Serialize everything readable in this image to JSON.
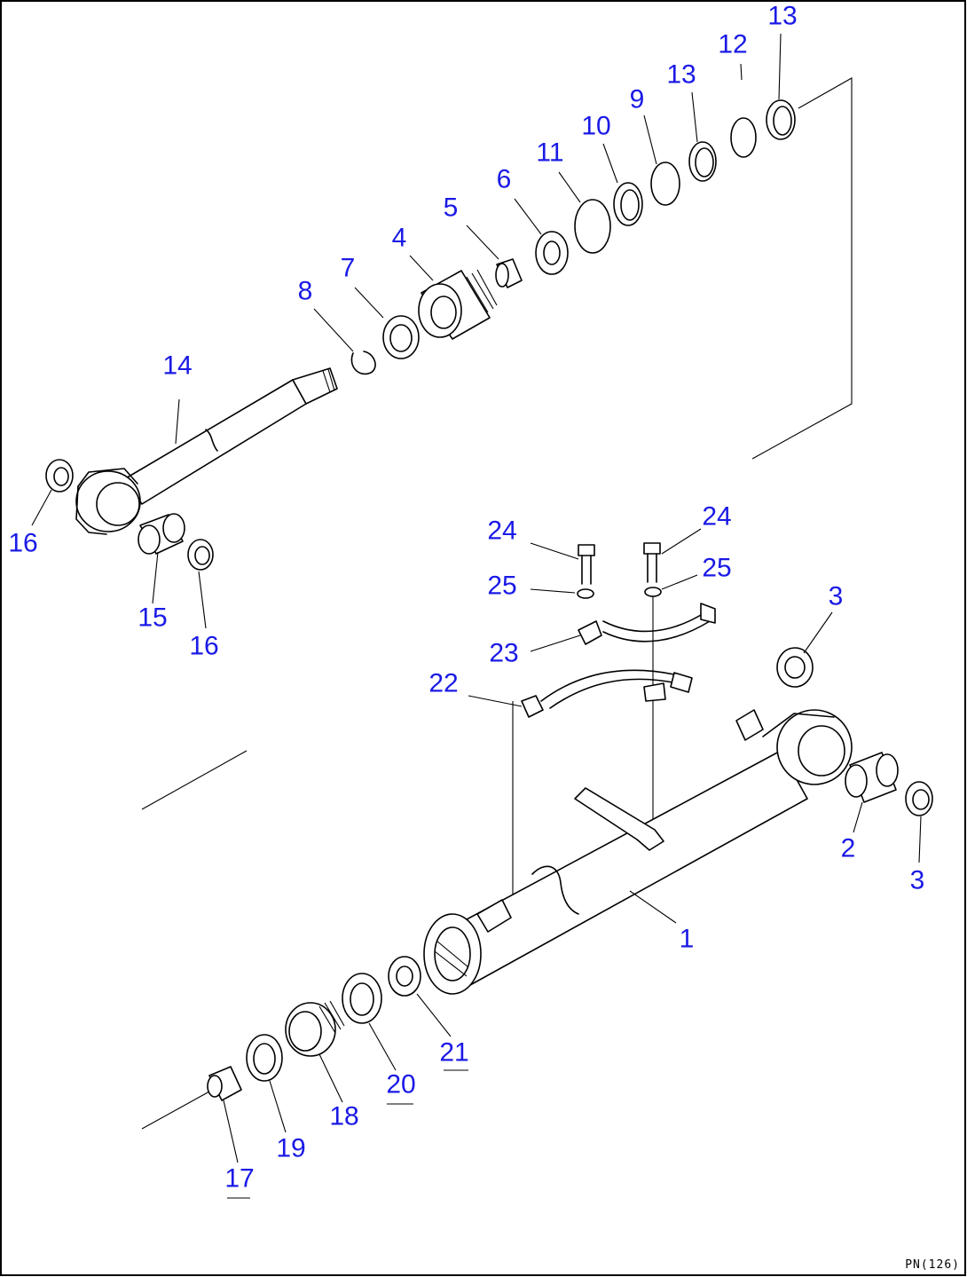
{
  "drawing_code": "PN(126)",
  "callouts": [
    {
      "id": "c13a",
      "label": "13"
    },
    {
      "id": "c12",
      "label": "12"
    },
    {
      "id": "c13b",
      "label": "13"
    },
    {
      "id": "c9",
      "label": "9"
    },
    {
      "id": "c10",
      "label": "10"
    },
    {
      "id": "c11",
      "label": "11"
    },
    {
      "id": "c6",
      "label": "6"
    },
    {
      "id": "c5",
      "label": "5"
    },
    {
      "id": "c4",
      "label": "4"
    },
    {
      "id": "c7",
      "label": "7"
    },
    {
      "id": "c8",
      "label": "8"
    },
    {
      "id": "c14",
      "label": "14"
    },
    {
      "id": "c16a",
      "label": "16"
    },
    {
      "id": "c15",
      "label": "15"
    },
    {
      "id": "c16b",
      "label": "16"
    },
    {
      "id": "c24a",
      "label": "24"
    },
    {
      "id": "c24b",
      "label": "24"
    },
    {
      "id": "c25a",
      "label": "25"
    },
    {
      "id": "c25b",
      "label": "25"
    },
    {
      "id": "c3a",
      "label": "3"
    },
    {
      "id": "c23",
      "label": "23"
    },
    {
      "id": "c22",
      "label": "22"
    },
    {
      "id": "c2",
      "label": "2"
    },
    {
      "id": "c3b",
      "label": "3"
    },
    {
      "id": "c1",
      "label": "1"
    },
    {
      "id": "c21",
      "label": "21"
    },
    {
      "id": "c20",
      "label": "20"
    },
    {
      "id": "c18",
      "label": "18"
    },
    {
      "id": "c19",
      "label": "19"
    },
    {
      "id": "c17",
      "label": "17"
    }
  ]
}
